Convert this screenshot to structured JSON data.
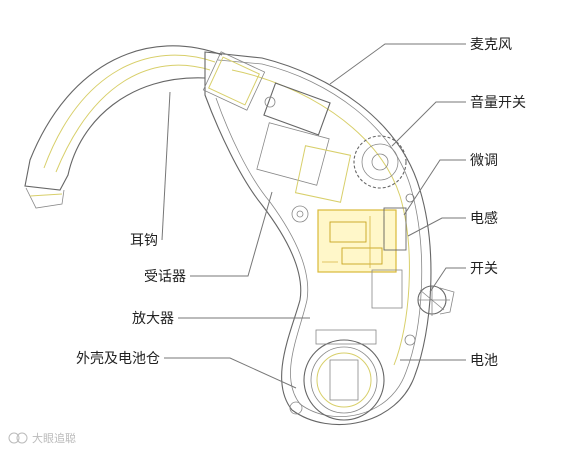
{
  "labels": {
    "microphone": "麦克风",
    "volume_switch": "音量开关",
    "trimmer": "微调",
    "inductor": "电感",
    "switch": "开关",
    "battery": "电池",
    "ear_hook": "耳钩",
    "receiver": "受话器",
    "amplifier": "放大器",
    "shell_battery_compartment": "外壳及电池仓"
  },
  "watermark": "大眼追聪",
  "colors": {
    "outline": "#666666",
    "guide": "#d8cf6a",
    "circuit": "#e3c84a",
    "label_text": "#222222"
  }
}
